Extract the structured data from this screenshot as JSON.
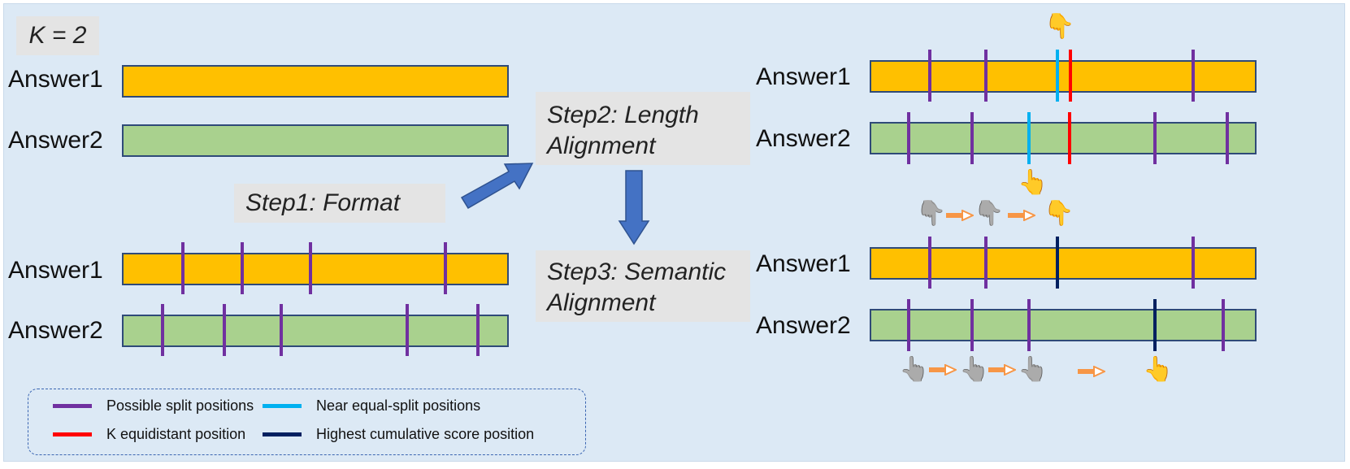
{
  "k_label": "K = 2",
  "answers": {
    "a1": "Answer1",
    "a2": "Answer2"
  },
  "steps": {
    "step1": "Step1: Format",
    "step2_line1": "Step2:  Length",
    "step2_line2": "Alignment",
    "step3_line1": "Step3: Semantic",
    "step3_line2": "Alignment"
  },
  "legend": {
    "possible": "Possible split positions",
    "near_equal": "Near equal-split positions",
    "k_equidistant": "K equidistant position",
    "highest": "Highest cumulative score position"
  },
  "colors": {
    "answer1_fill": "#ffc000",
    "answer2_fill": "#a9d18e",
    "possible_split": "#7030a0",
    "near_equal_split": "#00b0f0",
    "k_equidistant": "#ff0000",
    "highest_score": "#002060",
    "step_arrow": "#4472c4",
    "small_arrow": "#f79646"
  },
  "icons": {
    "pointer_active": "pointing-hand-icon",
    "pointer_candidate": "gray-pointing-hand-icon",
    "sequence_arrow": "right-arrow-icon",
    "flow_arrow": "blue-arrow-icon"
  }
}
